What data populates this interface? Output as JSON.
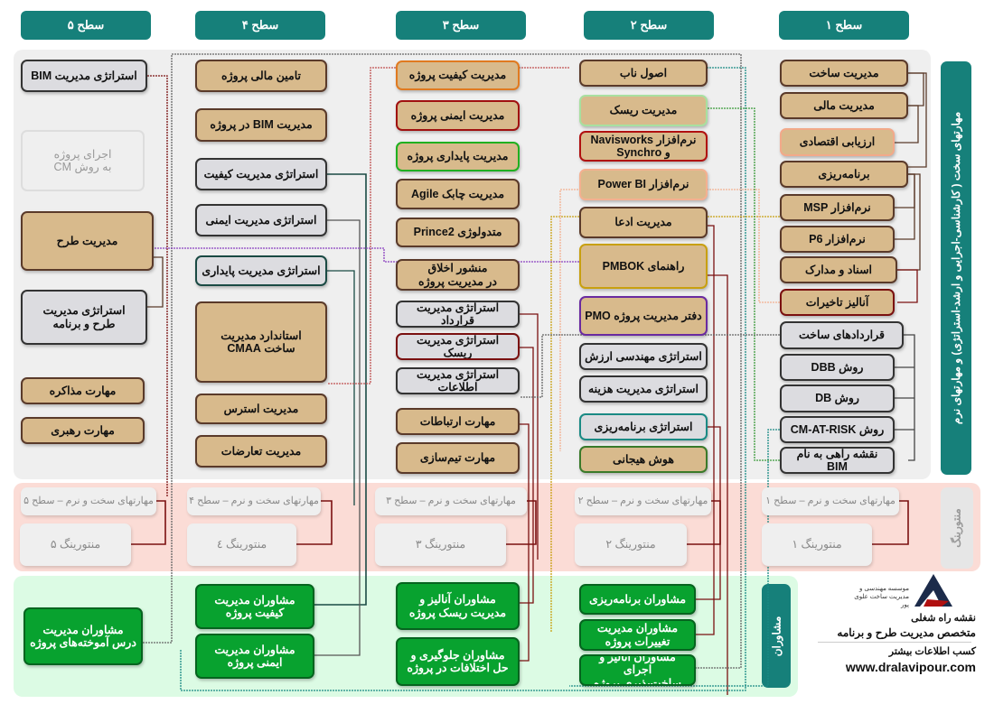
{
  "headers": [
    "سطح ۵",
    "سطح ۴",
    "سطح ۳",
    "سطح ۲",
    "سطح ۱"
  ],
  "side_labels": {
    "hard_soft": "مهارتهای سخت ( کارشناسی-اجرایی و ارشد-استراتژی) و مهارتهای نرم",
    "mentoring": "منتورینگ",
    "consultants": "مشاوران"
  },
  "colors": {
    "teal": "#16807a",
    "tan": "#d8ba8c",
    "gray_panel": "#efefef",
    "pink_panel": "#fbdcd6",
    "green_panel": "#dcfbe4",
    "green_box": "#08a22f"
  },
  "level1": [
    {
      "label": "مدیریت ساخت",
      "type": "tan",
      "border": "#5a3a2a"
    },
    {
      "label": "مدیریت مالی",
      "type": "tan",
      "border": "#5a3a2a"
    },
    {
      "label": "ارزیابی اقتصادی",
      "type": "tan",
      "border": "#f2a98a"
    },
    {
      "label": "برنامه‌ریزی",
      "type": "tan",
      "border": "#5a3a2a"
    },
    {
      "label": "نرم‌افزار MSP",
      "type": "tan",
      "border": "#5a3a2a"
    },
    {
      "label": "نرم‌افزار P6",
      "type": "tan",
      "border": "#5a3a2a"
    },
    {
      "label": "اسناد و مدارک",
      "type": "tan",
      "border": "#5a3a2a"
    },
    {
      "label": "آنالیز تاخیرات",
      "type": "tan",
      "border": "#7a1010"
    },
    {
      "label": "قراردادهای ساخت",
      "type": "gray",
      "border": "#333333"
    },
    {
      "label": "روش  DBB",
      "type": "gray",
      "border": "#333333"
    },
    {
      "label": "روش  DB",
      "type": "gray",
      "border": "#333333"
    },
    {
      "label": "روش CM-AT-RISK",
      "type": "gray",
      "border": "#333333"
    },
    {
      "label": "نقشه راهی به نام BIM",
      "type": "gray",
      "border": "#333333"
    }
  ],
  "level2": [
    {
      "label": "اصول ناب",
      "type": "tan",
      "border": "#5a3a2a"
    },
    {
      "label": "مدیریت ریسک",
      "type": "tan",
      "border": "#a8e0a0"
    },
    {
      "label": "نرم‌افزار Navisworks\nو Synchro",
      "type": "tan",
      "border": "#b01010"
    },
    {
      "label": "نرم‌افزار Power BI",
      "type": "tan",
      "border": "#f4b090"
    },
    {
      "label": "مدیریت ادعا",
      "type": "tan",
      "border": "#5a3a2a"
    },
    {
      "label": "راهنمای PMBOK",
      "type": "tan",
      "border": "#c8a010"
    },
    {
      "label": "دفتر مدیریت پروژه PMO",
      "type": "tan",
      "border": "#6a2aa0"
    },
    {
      "label": "استراتژی مهندسی ارزش",
      "type": "gray",
      "border": "#333333"
    },
    {
      "label": "استراتژی مدیریت هزینه",
      "type": "gray",
      "border": "#333333"
    },
    {
      "label": "استراتژی برنامه‌ریزی",
      "type": "gray",
      "border": "#1a8a84"
    },
    {
      "label": "هوش هیجانی",
      "type": "tan",
      "border": "#3a7a2a"
    }
  ],
  "level3": [
    {
      "label": "مدیریت کیفیت پروژه",
      "type": "tan",
      "border": "#e07a20"
    },
    {
      "label": "مدیریت ایمنی پروژه",
      "type": "tan",
      "border": "#a01010"
    },
    {
      "label": "مدیریت پایداری پروژه",
      "type": "tan",
      "border": "#20b020"
    },
    {
      "label": "مدیریت چابک Agile",
      "type": "tan",
      "border": "#5a3a2a"
    },
    {
      "label": "متدولوژی Prince2",
      "type": "tan",
      "border": "#5a3a2a"
    },
    {
      "label": "منشور اخلاق\nدر مدیریت پروژه",
      "type": "tan",
      "border": "#5a3a2a"
    },
    {
      "label": "استراتژی مدیریت قرارداد",
      "type": "gray",
      "border": "#333333"
    },
    {
      "label": "استراتژی مدیریت ریسک",
      "type": "gray",
      "border": "#7a1010"
    },
    {
      "label": "استراتژی مدیریت اطلاعات",
      "type": "gray",
      "border": "#333333"
    },
    {
      "label": "مهارت ارتباطات",
      "type": "tan",
      "border": "#5a3a2a"
    },
    {
      "label": "مهارت تیم‌سازی",
      "type": "tan",
      "border": "#5a3a2a"
    }
  ],
  "level4": [
    {
      "label": "تامین مالی پروژه",
      "type": "tan",
      "border": "#5a3a2a"
    },
    {
      "label": "مدیریت BIM در پروژه",
      "type": "tan",
      "border": "#5a3a2a"
    },
    {
      "label": "استراتژی مدیریت کیفیت",
      "type": "gray",
      "border": "#333333"
    },
    {
      "label": "استراتژی مدیریت ایمنی",
      "type": "gray",
      "border": "#333333"
    },
    {
      "label": "استراتژی مدیریت پایداری",
      "type": "gray",
      "border": "#1a4a44"
    },
    {
      "label": "استاندارد مدیریت\nساخت CMAA",
      "type": "tan",
      "border": "#5a3a2a"
    },
    {
      "label": "مدیریت استرس",
      "type": "tan",
      "border": "#5a3a2a"
    },
    {
      "label": "مدیریت تعارضات",
      "type": "tan",
      "border": "#5a3a2a"
    }
  ],
  "level5": [
    {
      "label": "استراتژی مدیریت BIM",
      "type": "gray",
      "border": "#333333"
    },
    {
      "label": "اجرای پروژه\nبه روش CM",
      "type": "faint",
      "border": "#dddddd"
    },
    {
      "label": "مدیریت طرح",
      "type": "tan",
      "border": "#5a3a2a"
    },
    {
      "label": "استراتژی مدیریت\nطرح و برنامه",
      "type": "gray",
      "border": "#333333"
    },
    {
      "label": "مهارت مذاکره",
      "type": "tan",
      "border": "#5a3a2a"
    },
    {
      "label": "مهارت رهبری",
      "type": "tan",
      "border": "#5a3a2a"
    }
  ],
  "mentoring": [
    {
      "level_label": "مهارتهای سخت و نرم – سطح ۵",
      "mentor": "منتورینگ ۵"
    },
    {
      "level_label": "مهارتهای سخت و نرم – سطح ۴",
      "mentor": "منتورینگ ٤"
    },
    {
      "level_label": "مهارتهای سخت و نرم – سطح ۳",
      "mentor": "منتورینگ ۳"
    },
    {
      "level_label": "مهارتهای سخت و نرم – سطح ۲",
      "mentor": "منتورینگ ۲"
    },
    {
      "level_label": "مهارتهای سخت و نرم – سطح ۱",
      "mentor": "منتورینگ ۱"
    }
  ],
  "consultants": {
    "level5": [
      "مشاوران مدیریت\nدرس آموخته‌های پروژه"
    ],
    "level4": [
      "مشاوران مدیریت\nکیفیت پروژه",
      "مشاوران مدیریت\nایمنی پروژه"
    ],
    "level3": [
      "مشاوران آنالیز و\nمدیریت ریسک پروژه",
      "مشاوران جلوگیری و\nحل اختلافات در پروژه"
    ],
    "level2": [
      "مشاوران برنامه‌ریزی",
      "مشاوران مدیریت\nتغییرات پروژه",
      "مشاوران آنالیز و اجرای\nساخت‌پذیری پروژه"
    ]
  },
  "branding": {
    "logo_text": "موسسه مهندسی و مدیریت ساخت علوی پور",
    "roadmap": "نقشه راه شغلی",
    "specialist": "متخصص مدیریت طرح و برنامه",
    "more_info": "کسب اطلاعات بیشتر",
    "website": "www.dralavipour.com"
  }
}
